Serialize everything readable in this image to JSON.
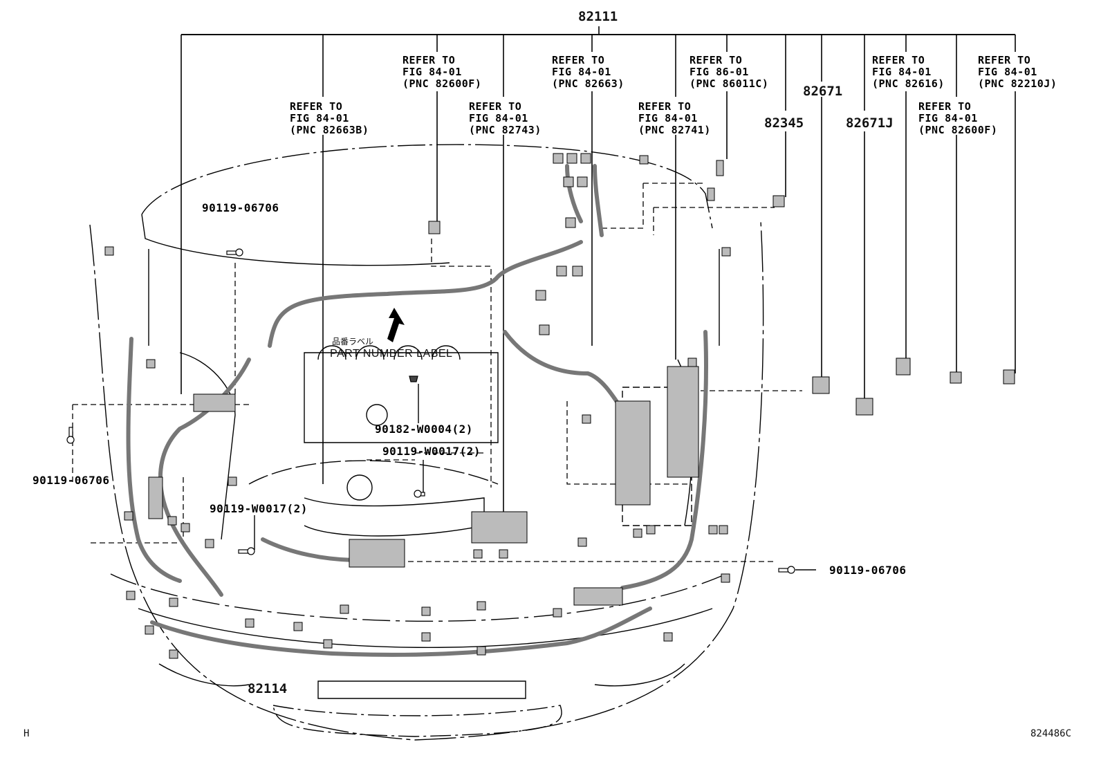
{
  "diagram": {
    "title_part": "82111",
    "figure_code": "824486C",
    "corner_mark": "H",
    "refer_callouts": [
      {
        "line1": "REFER TO",
        "line2": "FIG 84-01",
        "line3": "(PNC 82663B)"
      },
      {
        "line1": "REFER TO",
        "line2": "FIG 84-01",
        "line3": "(PNC 82600F)"
      },
      {
        "line1": "REFER TO",
        "line2": "FIG 84-01",
        "line3": "(PNC 82743)"
      },
      {
        "line1": "REFER TO",
        "line2": "FIG 84-01",
        "line3": "(PNC 82663)"
      },
      {
        "line1": "REFER TO",
        "line2": "FIG 84-01",
        "line3": "(PNC 82741)"
      },
      {
        "line1": "REFER TO",
        "line2": "FIG 86-01",
        "line3": "(PNC 86011C)"
      },
      {
        "line1": "REFER TO",
        "line2": "FIG 84-01",
        "line3": "(PNC 82616)"
      },
      {
        "line1": "REFER TO",
        "line2": "FIG 84-01",
        "line3": "(PNC 82600F)"
      },
      {
        "line1": "REFER TO",
        "line2": "FIG 84-01",
        "line3": "(PNC 82210J)"
      }
    ],
    "part_numbers": {
      "p82671": "82671",
      "p82345": "82345",
      "p82671j": "82671J",
      "p82114": "82114",
      "bolt_top": "90119-06706",
      "bolt_left": "90119-06706",
      "bolt_right": "90119-06706",
      "clip_center": "90182-W0004(2)",
      "bolt_center": "90119-W0017(2)",
      "bolt_left2": "90119-W0017(2)"
    },
    "part_number_label": "PART NUMBER LABEL",
    "part_number_label_jp": "品番ラベル"
  }
}
